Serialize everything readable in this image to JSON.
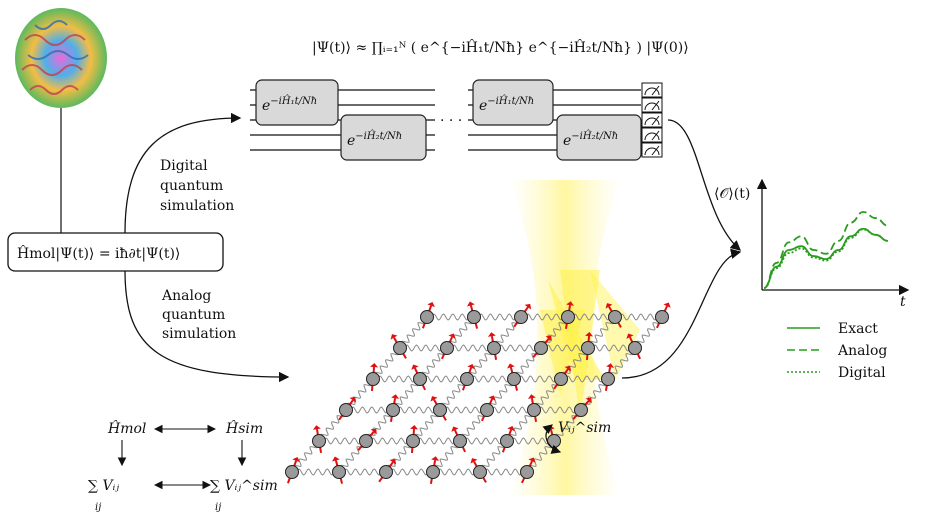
{
  "equation_top": "|Ψ(t)⟩ ≈ ∏ᵢ₌₁ᴺ ( e^{−iĤ₁t/Nħ} e^{−iĤ₂t/Nħ} ) |Ψ(0)⟩",
  "gate_h1": "−iĤ₁t/Nħ",
  "gate_h2": "−iĤ₂t/Nħ",
  "gate_base": "e",
  "ellipsis": "· · ·",
  "digital_label": [
    "Digital",
    "quantum",
    "simulation"
  ],
  "analog_label": [
    "Analog",
    "quantum",
    "simulation"
  ],
  "schrodinger": "Ĥmol|Ψ(t)⟩ = iħ∂t|Ψ(t)⟩",
  "coupling_label": "Vᵢⱼ^sim",
  "mapping": {
    "h_mol": "Ĥmol",
    "h_sim": "Ĥsim",
    "sum_v": "∑ Vᵢⱼ",
    "sum_v_sim": "∑ Vᵢⱼ^sim",
    "sum_index": "ij"
  },
  "chart": {
    "ylabel": "⟨𝒪⟩(t)",
    "xlabel": "t",
    "legend": [
      "Exact",
      "Analog",
      "Digital"
    ],
    "color": "#2a9d1f"
  },
  "chart_data": {
    "type": "line",
    "xlabel": "t",
    "ylabel": "⟨𝒪⟩(t)",
    "x": [
      0,
      0.1,
      0.2,
      0.3,
      0.4,
      0.5,
      0.6,
      0.7,
      0.8,
      0.9,
      1.0
    ],
    "series": [
      {
        "name": "Exact",
        "values": [
          0,
          0.28,
          0.5,
          0.55,
          0.42,
          0.38,
          0.5,
          0.68,
          0.78,
          0.7,
          0.62
        ]
      },
      {
        "name": "Analog",
        "values": [
          0,
          0.33,
          0.6,
          0.68,
          0.5,
          0.45,
          0.62,
          0.86,
          1.0,
          0.92,
          0.82
        ]
      },
      {
        "name": "Digital",
        "values": [
          0,
          0.26,
          0.46,
          0.52,
          0.4,
          0.36,
          0.48,
          0.66,
          0.77,
          0.7,
          0.62
        ]
      }
    ]
  }
}
